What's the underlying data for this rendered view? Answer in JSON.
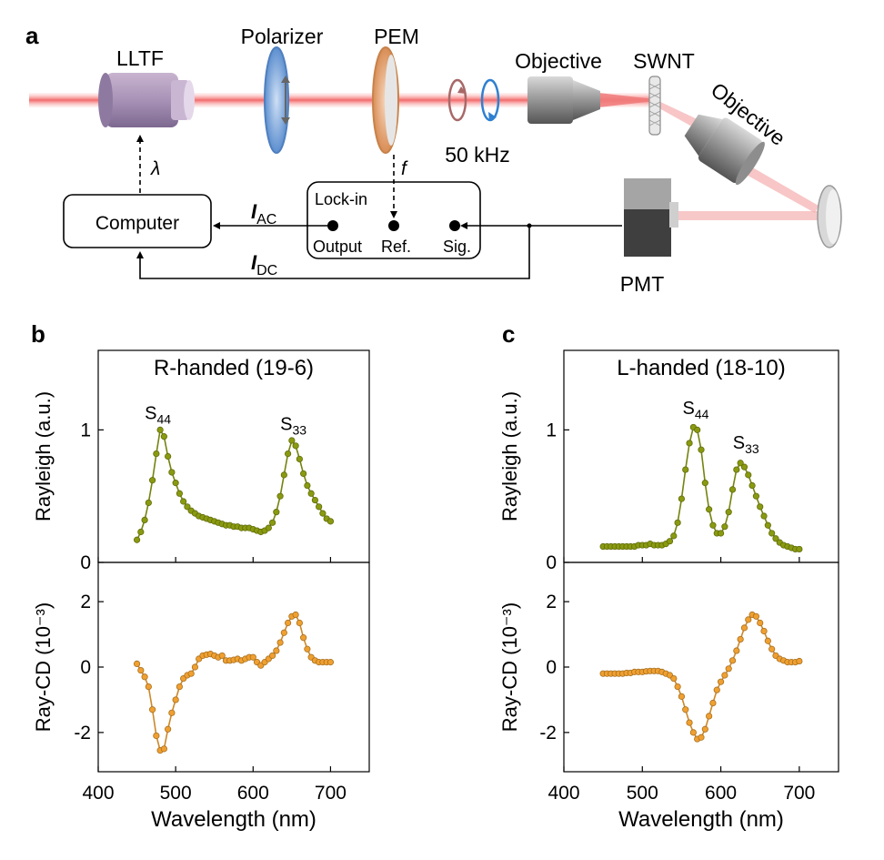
{
  "panels": {
    "a": "a",
    "b": "b",
    "c": "c"
  },
  "setup": {
    "labels": {
      "lltf": "LLTF",
      "polarizer": "Polarizer",
      "pem": "PEM",
      "objective1": "Objective",
      "swnt": "SWNT",
      "objective2": "Objective",
      "pmt": "PMT",
      "freq": "50 kHz",
      "computer": "Computer",
      "lockin": "Lock-in",
      "output": "Output",
      "ref": "Ref.",
      "sig": "Sig.",
      "lambda": "λ",
      "f": "f",
      "iac_main": "I",
      "iac_sub": "AC",
      "idc_main": "I",
      "idc_sub": "DC"
    },
    "colors": {
      "beam": "#f07070",
      "lltf": "#a58fb0",
      "polarizer": "#6f9fd8",
      "pem": "#e0a070",
      "optics": "#9a9a9a",
      "pmt": "#555555",
      "arrow_red": "#b06060",
      "arrow_blue": "#2f7fd0"
    }
  },
  "chart_data": [
    {
      "type": "line",
      "panel": "b",
      "title": "R-handed (19-6)",
      "xlabel": "Wavelength (nm)",
      "xlim": [
        400,
        750
      ],
      "xticks": [
        400,
        500,
        600,
        700
      ],
      "subplots": [
        {
          "ylabel": "Rayleigh (a.u.)",
          "ylim": [
            0,
            1.6
          ],
          "yticks": [
            0,
            1
          ],
          "color": "#8a9a10",
          "annotations": [
            {
              "text": "S",
              "sub": "44",
              "x": 477,
              "y": 1.08
            },
            {
              "text": "S",
              "sub": "33",
              "x": 652,
              "y": 1.0
            }
          ],
          "x": [
            450,
            455,
            460,
            465,
            470,
            475,
            480,
            485,
            490,
            495,
            500,
            505,
            510,
            515,
            520,
            525,
            530,
            535,
            540,
            545,
            550,
            555,
            560,
            565,
            570,
            575,
            580,
            585,
            590,
            595,
            600,
            605,
            610,
            615,
            620,
            625,
            630,
            635,
            640,
            645,
            650,
            655,
            660,
            665,
            670,
            675,
            680,
            685,
            690,
            695,
            700
          ],
          "y": [
            0.17,
            0.23,
            0.32,
            0.45,
            0.62,
            0.82,
            1.0,
            0.95,
            0.8,
            0.68,
            0.6,
            0.52,
            0.46,
            0.42,
            0.39,
            0.37,
            0.35,
            0.34,
            0.33,
            0.32,
            0.31,
            0.3,
            0.29,
            0.28,
            0.28,
            0.27,
            0.27,
            0.26,
            0.26,
            0.26,
            0.25,
            0.24,
            0.23,
            0.24,
            0.26,
            0.3,
            0.38,
            0.5,
            0.66,
            0.82,
            0.92,
            0.88,
            0.78,
            0.67,
            0.58,
            0.52,
            0.47,
            0.42,
            0.37,
            0.33,
            0.31
          ]
        },
        {
          "ylabel": "Ray-CD (10⁻³)",
          "ylim": [
            -3.2,
            3.2
          ],
          "yticks": [
            -2,
            0,
            2
          ],
          "color": "#f0a030",
          "x": [
            450,
            455,
            460,
            465,
            470,
            475,
            480,
            485,
            490,
            495,
            500,
            505,
            510,
            515,
            520,
            525,
            530,
            535,
            540,
            545,
            550,
            555,
            560,
            565,
            570,
            575,
            580,
            585,
            590,
            595,
            600,
            605,
            610,
            615,
            620,
            625,
            630,
            635,
            640,
            645,
            650,
            655,
            660,
            665,
            670,
            675,
            680,
            685,
            690,
            695,
            700
          ],
          "y": [
            0.1,
            -0.1,
            -0.3,
            -0.6,
            -1.3,
            -2.1,
            -2.55,
            -2.5,
            -1.9,
            -1.4,
            -1.0,
            -0.6,
            -0.35,
            -0.25,
            -0.2,
            0.0,
            0.25,
            0.35,
            0.38,
            0.4,
            0.35,
            0.3,
            0.35,
            0.2,
            0.2,
            0.22,
            0.25,
            0.2,
            0.25,
            0.3,
            0.3,
            0.15,
            0.05,
            0.15,
            0.25,
            0.35,
            0.5,
            0.75,
            1.05,
            1.35,
            1.55,
            1.6,
            1.35,
            0.9,
            0.55,
            0.3,
            0.2,
            0.15,
            0.15,
            0.15,
            0.15
          ]
        }
      ]
    },
    {
      "type": "line",
      "panel": "c",
      "title": "L-handed  (18-10)",
      "xlabel": "Wavelength (nm)",
      "xlim": [
        400,
        750
      ],
      "xticks": [
        400,
        500,
        600,
        700
      ],
      "subplots": [
        {
          "ylabel": "Rayleigh (a.u.)",
          "ylim": [
            0,
            1.6
          ],
          "yticks": [
            0,
            1
          ],
          "color": "#8a9a10",
          "annotations": [
            {
              "text": "S",
              "sub": "44",
              "x": 568,
              "y": 1.12
            },
            {
              "text": "S",
              "sub": "33",
              "x": 632,
              "y": 0.86
            }
          ],
          "x": [
            450,
            455,
            460,
            465,
            470,
            475,
            480,
            485,
            490,
            495,
            500,
            505,
            510,
            515,
            520,
            525,
            530,
            535,
            540,
            545,
            550,
            555,
            560,
            565,
            570,
            575,
            580,
            585,
            590,
            595,
            600,
            605,
            610,
            615,
            620,
            625,
            630,
            635,
            640,
            645,
            650,
            655,
            660,
            665,
            670,
            675,
            680,
            685,
            690,
            695,
            700
          ],
          "y": [
            0.12,
            0.12,
            0.12,
            0.12,
            0.12,
            0.12,
            0.12,
            0.12,
            0.12,
            0.13,
            0.13,
            0.13,
            0.14,
            0.13,
            0.13,
            0.13,
            0.14,
            0.16,
            0.2,
            0.3,
            0.48,
            0.7,
            0.9,
            1.02,
            1.0,
            0.85,
            0.6,
            0.4,
            0.28,
            0.22,
            0.22,
            0.27,
            0.38,
            0.55,
            0.7,
            0.75,
            0.72,
            0.66,
            0.58,
            0.5,
            0.42,
            0.35,
            0.28,
            0.22,
            0.18,
            0.15,
            0.13,
            0.12,
            0.11,
            0.1,
            0.1
          ]
        },
        {
          "ylabel": "Ray-CD (10⁻³)",
          "ylim": [
            -3.2,
            3.2
          ],
          "yticks": [
            -2,
            0,
            2
          ],
          "color": "#f0a030",
          "x": [
            450,
            455,
            460,
            465,
            470,
            475,
            480,
            485,
            490,
            495,
            500,
            505,
            510,
            515,
            520,
            525,
            530,
            535,
            540,
            545,
            550,
            555,
            560,
            565,
            570,
            575,
            580,
            585,
            590,
            595,
            600,
            605,
            610,
            615,
            620,
            625,
            630,
            635,
            640,
            645,
            650,
            655,
            660,
            665,
            670,
            675,
            680,
            685,
            690,
            695,
            700
          ],
          "y": [
            -0.2,
            -0.2,
            -0.2,
            -0.2,
            -0.2,
            -0.2,
            -0.18,
            -0.18,
            -0.15,
            -0.15,
            -0.15,
            -0.13,
            -0.12,
            -0.12,
            -0.12,
            -0.15,
            -0.2,
            -0.25,
            -0.35,
            -0.6,
            -0.9,
            -1.3,
            -1.7,
            -2.0,
            -2.2,
            -2.15,
            -1.9,
            -1.5,
            -1.1,
            -0.7,
            -0.45,
            -0.25,
            -0.05,
            0.2,
            0.5,
            0.85,
            1.2,
            1.45,
            1.6,
            1.55,
            1.35,
            1.1,
            0.8,
            0.55,
            0.35,
            0.25,
            0.2,
            0.15,
            0.15,
            0.15,
            0.18
          ]
        }
      ]
    }
  ]
}
